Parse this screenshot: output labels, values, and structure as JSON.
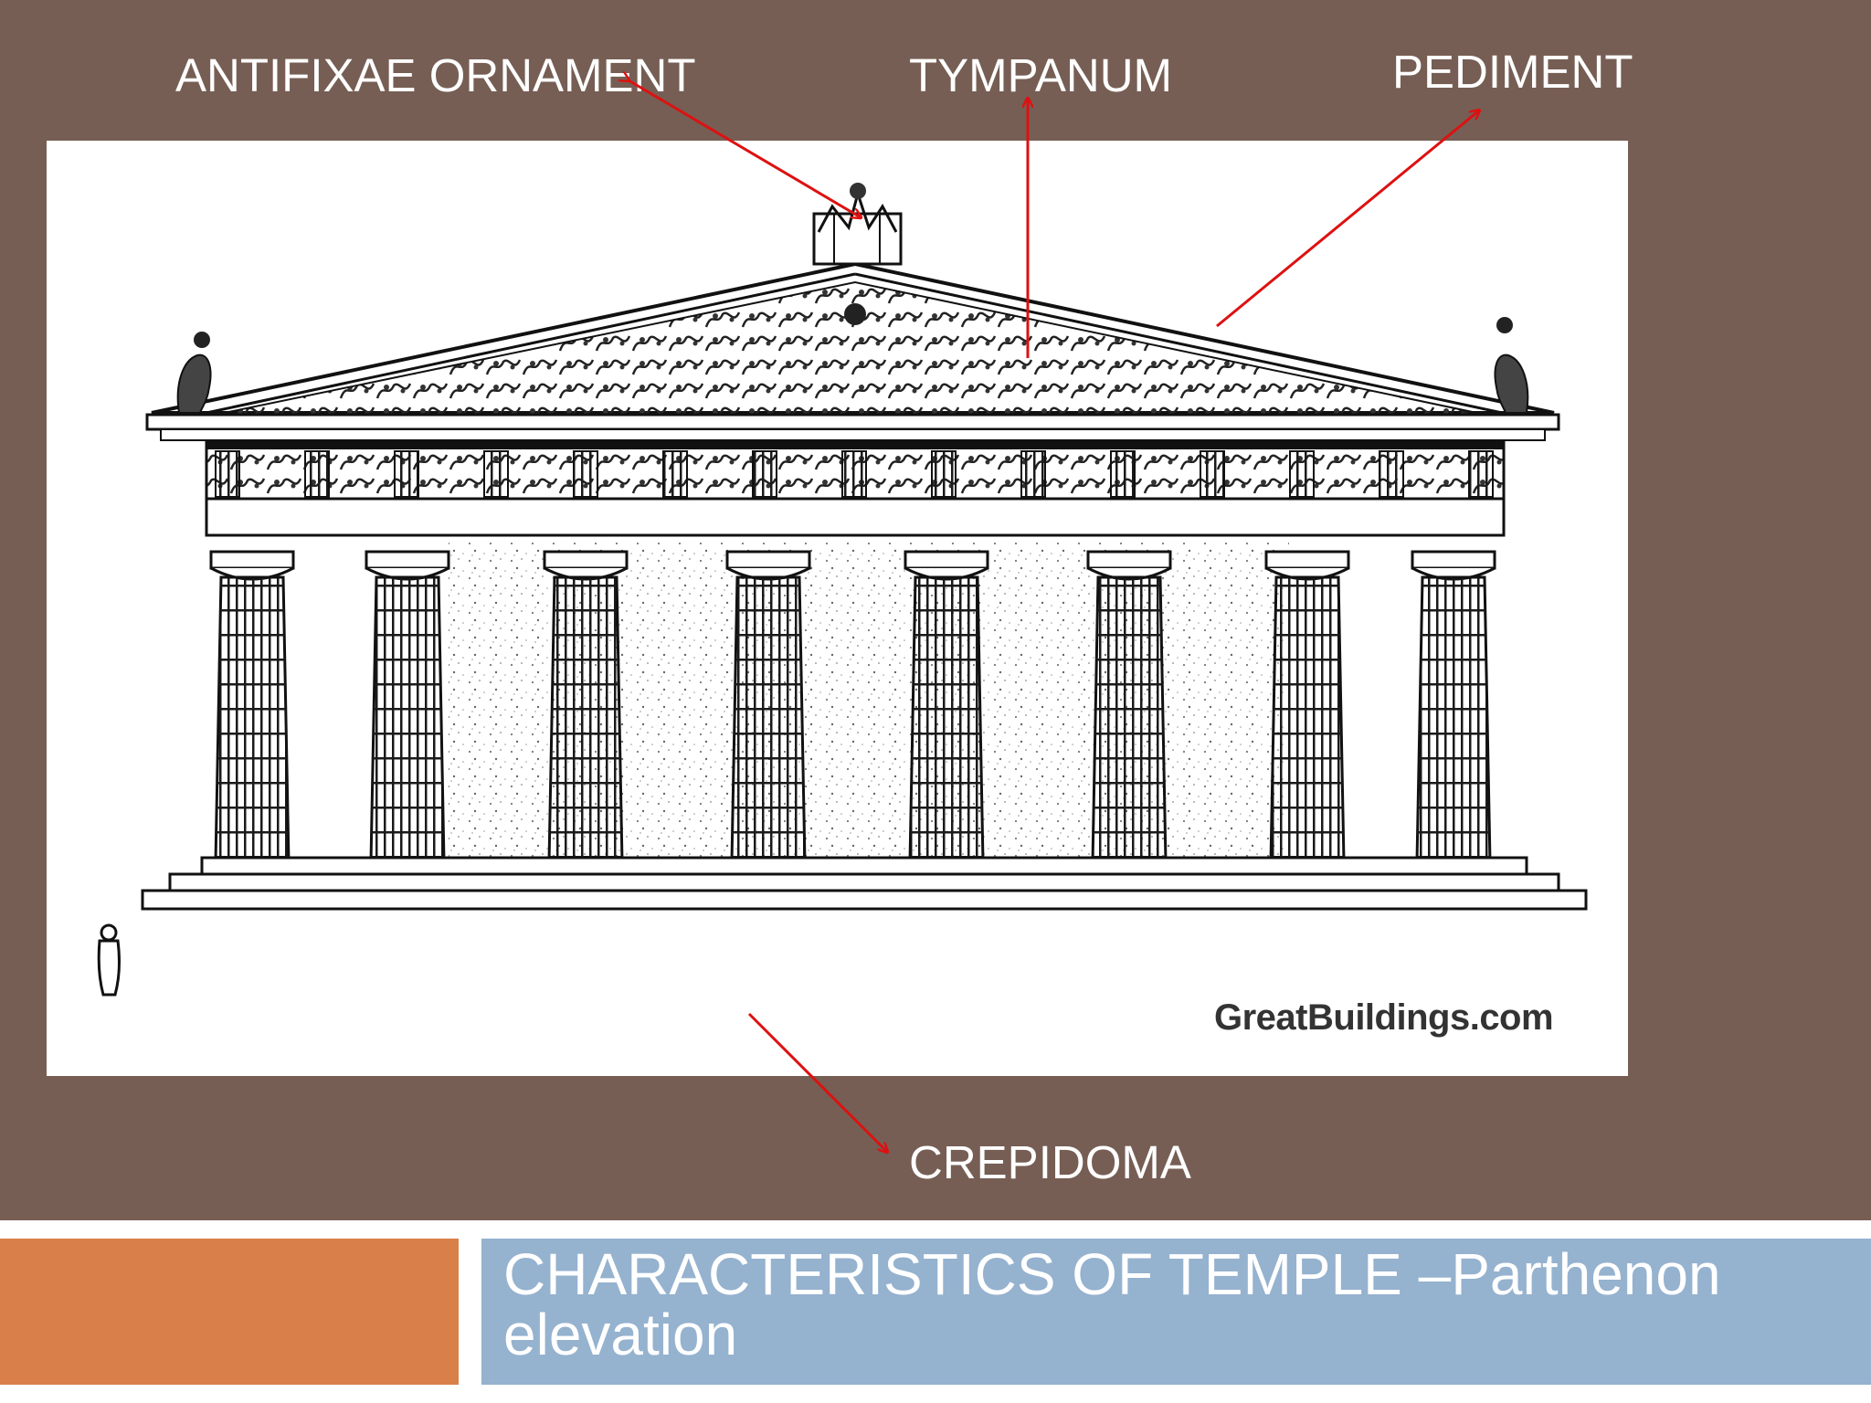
{
  "labels": {
    "antifixae": "ANTIFIXAE ORNAMENT",
    "tympanum": "TYMPANUM",
    "pediment": "PEDIMENT",
    "crepidoma": "CREPIDOMA"
  },
  "illustration": {
    "watermark": "GreatBuildings.com",
    "subject": "parthenon-elevation-drawing"
  },
  "title": "CHARACTERISTICS OF TEMPLE –Parthenon elevation",
  "colors": {
    "background": "#765e54",
    "arrow": "#dd1111",
    "accent_orange": "#d9804a",
    "title_bar": "#95b2cf"
  }
}
